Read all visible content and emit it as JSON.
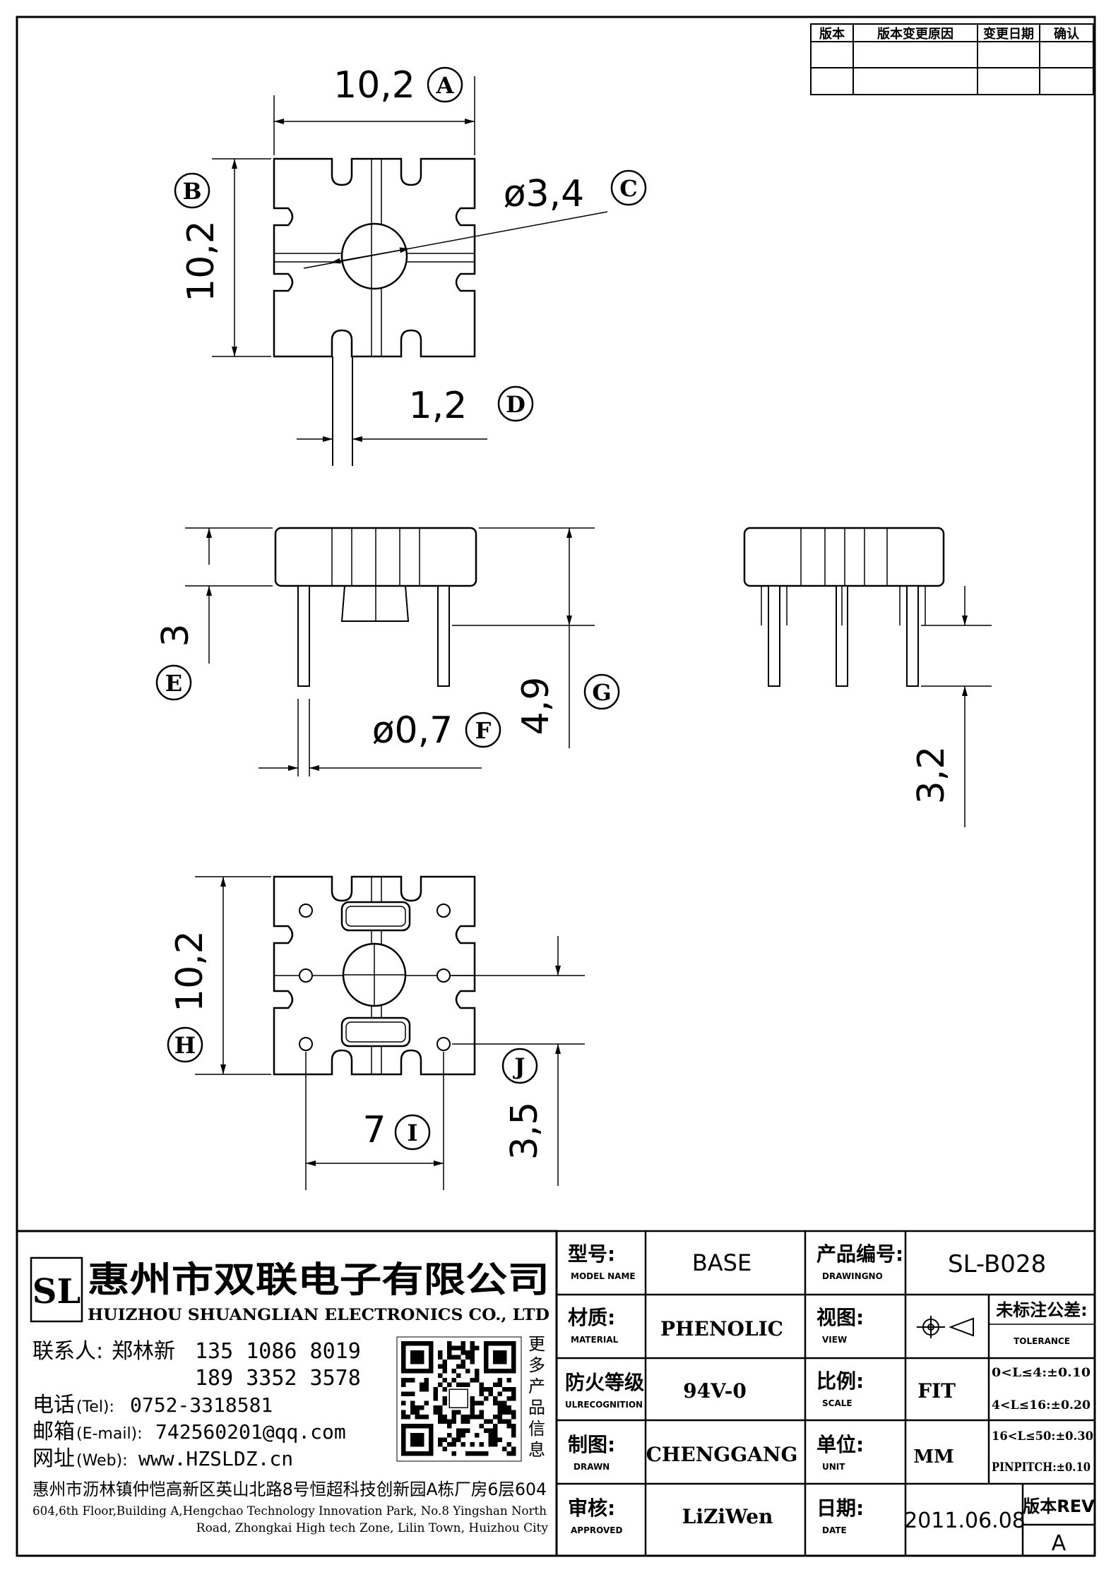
{
  "revision_table": {
    "headers": [
      "版本",
      "版本变更原因",
      "变更日期",
      "确认"
    ]
  },
  "top_view": {
    "width_dim": "10,2",
    "width_tag": "A",
    "height_dim": "10,2",
    "height_tag": "B",
    "hole_dim": "ø3,4",
    "hole_tag": "C",
    "slot_dim": "1,2",
    "slot_tag": "D"
  },
  "front_view": {
    "body_height_dim": "3",
    "body_height_tag": "E",
    "pin_dia_dim": "ø0,7",
    "pin_dia_tag": "F",
    "total_height_dim": "4,9",
    "total_height_tag": "G"
  },
  "side_view": {
    "pin_length_dim": "3,2"
  },
  "bottom_view": {
    "height_dim": "10,2",
    "height_tag": "H",
    "pin_pitch_dim": "7",
    "pin_pitch_tag": "I",
    "row_offset_dim": "3,5",
    "row_offset_tag": "J"
  },
  "company": {
    "logo_text": "SL",
    "name_cn": "惠州市双联电子有限公司",
    "name_en": "HUIZHOU SHUANGLIAN ELECTRONICS CO., LTD",
    "contact_label": "联系人:",
    "contact_name": "郑林新",
    "phone1": "135 1086 8019",
    "phone2": "189 3352 3578",
    "tel_label": "电话",
    "tel_sub": "(Tel):",
    "tel": "0752-3318581",
    "email_label": "邮箱",
    "email_sub": "(E-mail):",
    "email": "742560201@qq.com",
    "web_label": "网址",
    "web_sub": "(Web):",
    "web": "www.HZSLDZ.cn",
    "qr_caption": [
      "更",
      "多",
      "产",
      "品",
      "信",
      "息"
    ],
    "address_cn": "惠州市沥林镇仲恺高新区英山北路8号恒超科技创新园A栋厂房6层604",
    "address_en_1": "604,6th Floor,Building A,Hengchao Technology Innovation Park, No.8 Yingshan North",
    "address_en_2": "Road, Zhongkai High tech Zone, Lilin Town, Huizhou City"
  },
  "title_block": {
    "model_label": "型号:",
    "model_label_en": "MODEL NAME",
    "model_value": "BASE",
    "drawingno_label": "产品编号:",
    "drawingno_label_en": "DRAWINGNO",
    "drawingno_value": "SL-B028",
    "material_label": "材质:",
    "material_label_en": "MATERIAL",
    "material_value": "PHENOLIC",
    "view_label": "视图:",
    "view_label_en": "VIEW",
    "tolerance_label": "未标注公差:",
    "tolerance_label_en": "TOLERANCE",
    "fire_label": "防火等级",
    "fire_label_en": "ULRECOGNITION",
    "fire_value": "94V-0",
    "scale_label": "比例:",
    "scale_label_en": "SCALE",
    "scale_value": "FIT",
    "tol_1": "0<L≤4:±0.10",
    "tol_2": "4<L≤16:±0.20",
    "tol_3": "16<L≤50:±0.30",
    "tol_4": "PINPITCH:±0.10",
    "drawn_label": "制图:",
    "drawn_label_en": "DRAWN",
    "drawn_value": "CHENGGANG",
    "unit_label": "单位:",
    "unit_label_en": "UNIT",
    "unit_value": "MM",
    "approved_label": "审核:",
    "approved_label_en": "APPROVED",
    "approved_value": "LiZiWen",
    "date_label": "日期:",
    "date_label_en": "DATE",
    "date_value": "2011.06.08",
    "rev_label": "版本REV",
    "rev_value": "A"
  }
}
